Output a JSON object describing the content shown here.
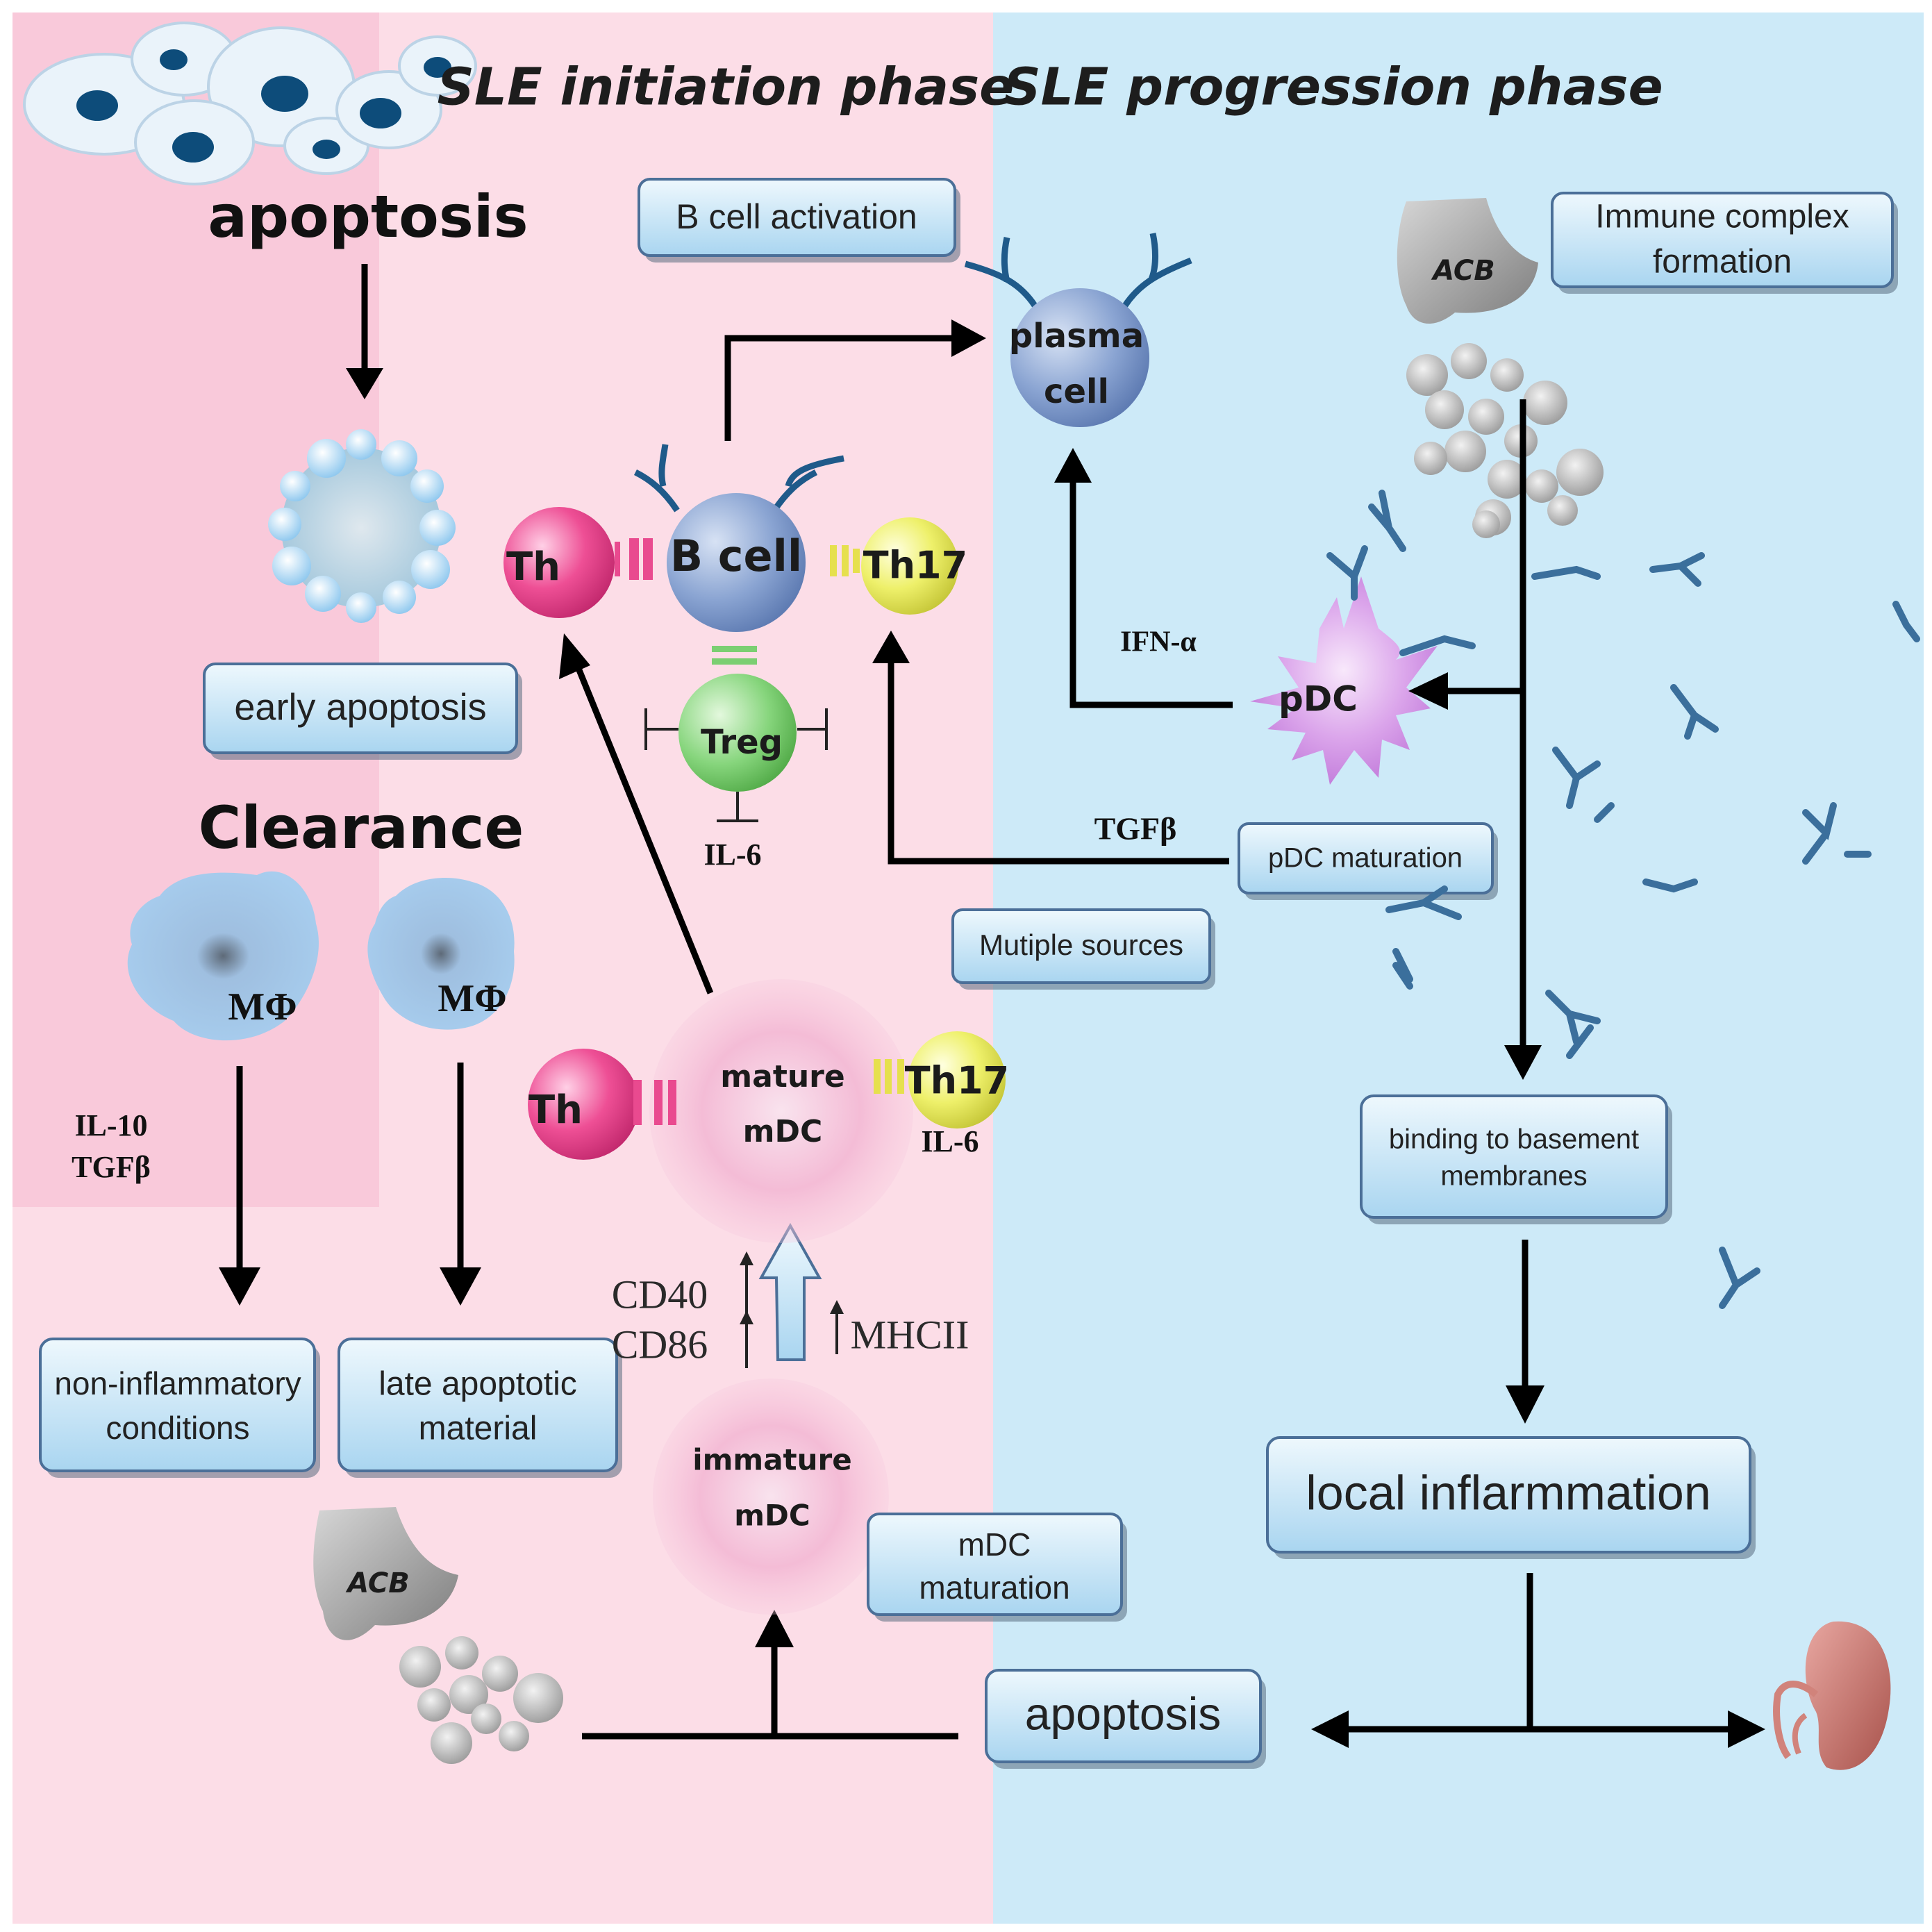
{
  "phases": {
    "initiation": "SLE initiation phase",
    "progression": "SLE progression phase"
  },
  "labels": {
    "apoptosis_top": "apoptosis",
    "clearance": "Clearance",
    "il10": "IL-10",
    "tgfb_left": "TGFβ",
    "il6_treg": "IL-6",
    "il6_mdc": "IL-6",
    "ifn": "IFN-α",
    "tgfb_mid": "TGFβ",
    "cd40": "CD40",
    "cd86": "CD86",
    "mhc": "MHCII",
    "acb_top": "ACB",
    "acb_bottom": "ACB"
  },
  "boxes": {
    "early_apoptosis": "early apoptosis",
    "b_cell_activation": "B cell activation",
    "immune_complex_1": "Immune complex",
    "immune_complex_2": "formation",
    "pdc_maturation": "pDC maturation",
    "multiple_sources": "Mutiple sources",
    "binding_1": "binding to basement",
    "binding_2": "membranes",
    "non_inflammatory_1": "non-inflammatory",
    "non_inflammatory_2": "conditions",
    "late_apoptotic_1": "late apoptotic",
    "late_apoptotic_2": "material",
    "local_inflammation": "local inflarmmation",
    "mdc_maturation_1": "mDC",
    "mdc_maturation_2": "maturation",
    "apoptosis_bottom": "apoptosis"
  },
  "cells": {
    "plasma_1": "plasma",
    "plasma_2": "cell",
    "b_cell": "B cell",
    "th_top": "Th",
    "th17_top": "Th17",
    "treg": "Treg",
    "pdc": "pDC",
    "mature_1": "mature",
    "mature_2": "mDC",
    "th_bottom": "Th",
    "th17_bottom": "Th17",
    "immature_1": "immature",
    "immature_2": "mDC",
    "macrophage_1": "MΦ",
    "macrophage_2": "MΦ"
  },
  "colors": {
    "initiation_bg": "#f9c9da",
    "initiation_bg_light": "#fcdde7",
    "progression_bg": "#cdeaf8",
    "th": "#ee4f95",
    "th17": "#e9ec5d",
    "b_cell": "#7f9bcc",
    "treg": "#7ccf72",
    "pdc": "#d393e6",
    "mdc": "#f2aacb"
  }
}
